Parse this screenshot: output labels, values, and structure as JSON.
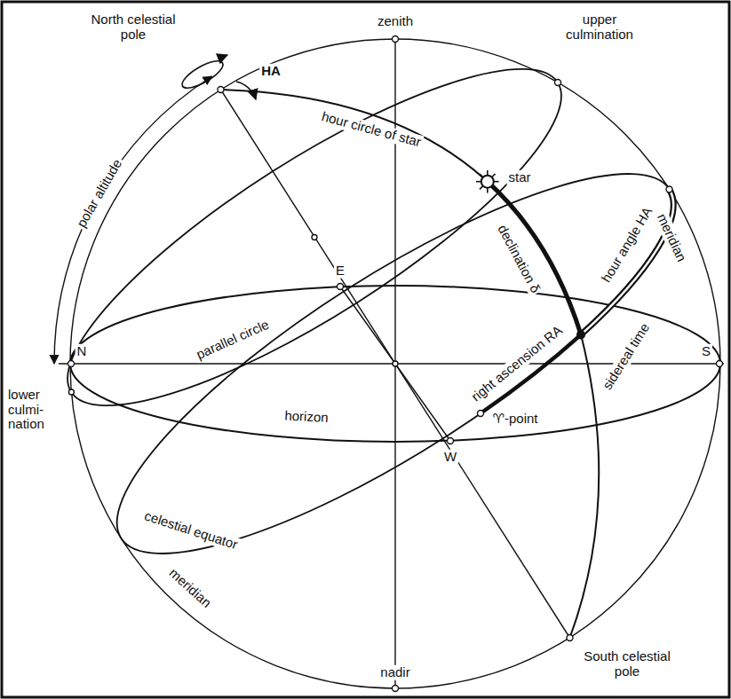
{
  "diagram": {
    "labels": [
      "North celestial pole",
      "zenith",
      "upper culmination",
      "HA",
      "hour circle of star",
      "polar altitude",
      "star",
      "meridian",
      "declination δ",
      "hour angle HA",
      "E",
      "parallel circle",
      "sidereal time",
      "N",
      "S",
      "right ascension RA",
      "lower culmi- nation",
      "horizon",
      "♈-point",
      "W",
      "celestial equator",
      "meridian",
      "nadir",
      "South celestial pole"
    ]
  }
}
